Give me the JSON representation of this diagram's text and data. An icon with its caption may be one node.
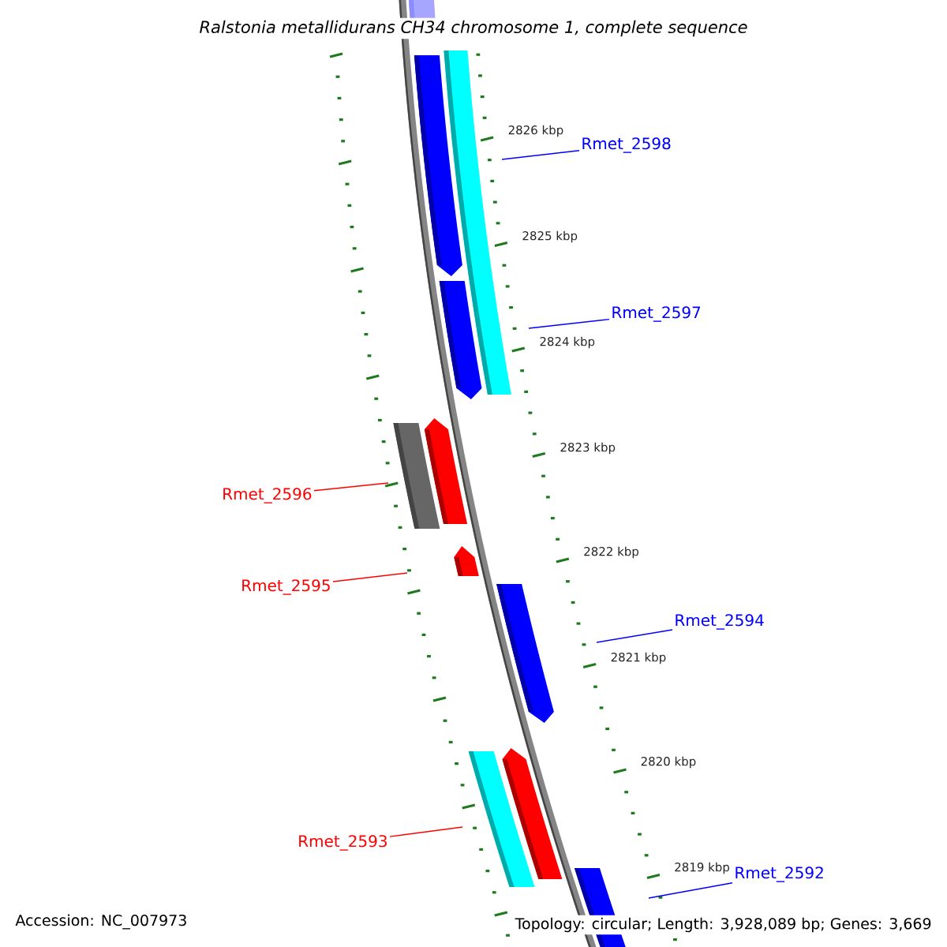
{
  "diagram": {
    "title": "Ralstonia metallidurans CH34 chromosome 1, complete sequence",
    "nodes": [
      {
        "text": [
          "Rmet_2598"
        ]
      },
      {
        "text": [
          "Rmet_2597"
        ]
      },
      {
        "text": [
          "Rmet_2596"
        ]
      },
      {
        "text": [
          "Rmet_2595"
        ]
      },
      {
        "text": [
          "Rmet_2594"
        ]
      },
      {
        "text": [
          "Rmet_2593"
        ]
      },
      {
        "text": [
          "Rmet_2592"
        ]
      }
    ],
    "edges": [
      {
        "from": 0,
        "to": null,
        "arrow": "none"
      },
      {
        "from": 1,
        "to": null,
        "arrow": "none"
      },
      {
        "from": 2,
        "to": null,
        "arrow": "none",
        "color": "#ff0000"
      },
      {
        "from": 3,
        "to": null,
        "arrow": "none",
        "color": "#ff0000"
      },
      {
        "from": 4,
        "to": null,
        "arrow": "none"
      },
      {
        "from": 5,
        "to": null,
        "arrow": "none",
        "color": "#ff0000"
      },
      {
        "from": 6,
        "to": null,
        "arrow": "none"
      }
    ],
    "labels": [
      "2826 kbp",
      "2825 kbp",
      "2824 kbp",
      "2823 kbp",
      "2822 kbp",
      "2821 kbp",
      "2820 kbp",
      "2819 kbp",
      "Accession: NC_007973",
      "Topology: circular; Length: 3,928,089 bp; Genes: 3,669"
    ]
  }
}
